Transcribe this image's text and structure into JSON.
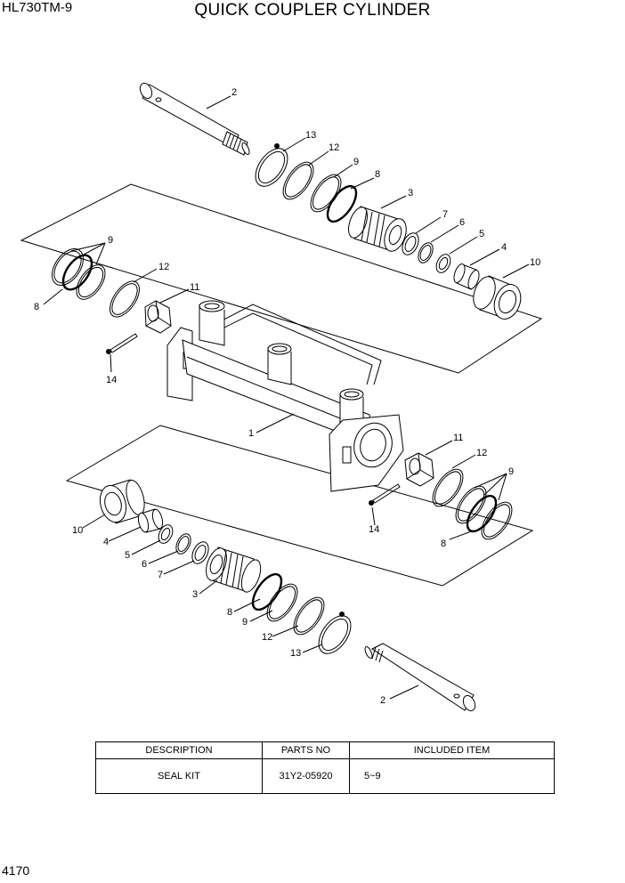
{
  "header": {
    "model": "HL730TM-9",
    "title": "QUICK COUPLER CYLINDER"
  },
  "diagram": {
    "callouts": {
      "c1": "1",
      "c2_top": "2",
      "c13_top": "13",
      "c12_top": "12",
      "c9_top": "9",
      "c8_top": "8",
      "c3_top": "3",
      "c7_top": "7",
      "c6_top": "6",
      "c5_top": "5",
      "c4_top": "4",
      "c10_top": "10",
      "c9_left": "9",
      "c8_left": "8",
      "c12_left": "12",
      "c11_left": "11",
      "c14_left": "14",
      "c11_right": "11",
      "c12_right": "12",
      "c9_right": "9",
      "c8_right": "8",
      "c14_right": "14",
      "c10_bot": "10",
      "c4_bot": "4",
      "c5_bot": "5",
      "c6_bot": "6",
      "c7_bot": "7",
      "c3_bot": "3",
      "c8_bot": "8",
      "c9_bot": "9",
      "c12_bot": "12",
      "c13_bot": "13",
      "c2_bot": "2"
    }
  },
  "table": {
    "headers": [
      "DESCRIPTION",
      "PARTS NO",
      "INCLUDED ITEM"
    ],
    "rows": [
      {
        "description": "SEAL KIT",
        "parts_no": "31Y2-05920",
        "included": "5~9"
      }
    ]
  },
  "footer": {
    "page_number": "4170"
  }
}
